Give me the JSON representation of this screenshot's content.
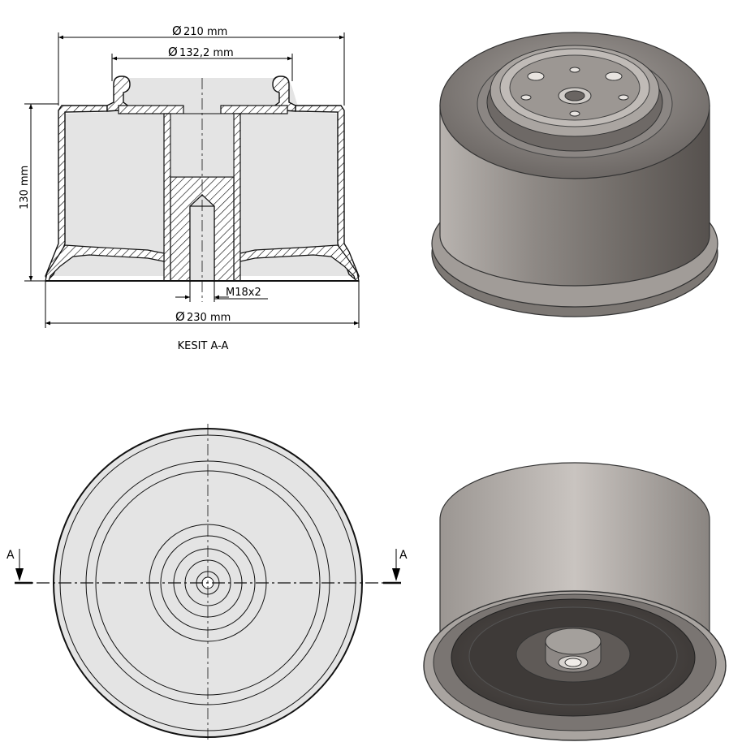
{
  "section": {
    "title": "KESIT A-A",
    "dims": {
      "d210": "210 mm",
      "d132": "132,2 mm",
      "d230": "230 mm",
      "h130": "130 mm",
      "thread": "M18x2"
    }
  },
  "plan": {
    "cut_label_left": "A",
    "cut_label_right": "A"
  },
  "symbols": {
    "diameter": "Ø"
  },
  "colors": {
    "metal_light": "#c7c3bf",
    "metal_mid": "#8f8a86",
    "metal_dark": "#4f4b48",
    "interior": "#e3e3e3",
    "hatch": "#000000"
  }
}
